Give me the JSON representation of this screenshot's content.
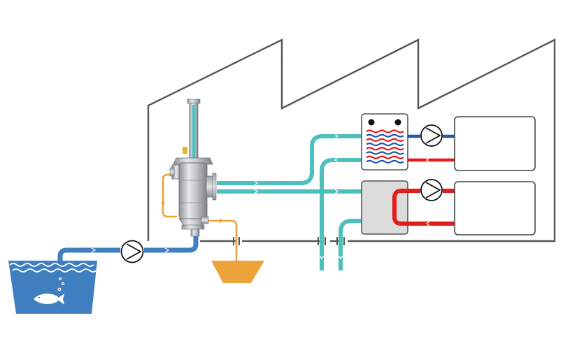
{
  "colors": {
    "factory_outline": "#555555",
    "seawater": "#3f7fc0",
    "filtered_water": "#4dbfbd",
    "hot_circuit": "#e41b1b",
    "cold_circuit": "#1e5aa8",
    "backflush": "#eca33a",
    "steel": "#b9bcc0",
    "exchanger_plain": "#dcdcdc"
  },
  "diagram": {
    "nodes": [
      {
        "id": "water-basin",
        "kind": "reservoir",
        "icon": "fish-icon"
      },
      {
        "id": "intake-pump",
        "kind": "pump",
        "icon": "pump-icon"
      },
      {
        "id": "self-cleaning-filter",
        "kind": "filter"
      },
      {
        "id": "flush-collector",
        "kind": "waste-tank"
      },
      {
        "id": "plate-heat-exchanger",
        "kind": "heat-exchanger",
        "icon": "wavy-plates"
      },
      {
        "id": "shell-heat-exchanger",
        "kind": "heat-exchanger"
      },
      {
        "id": "pump-secondary-top",
        "kind": "pump",
        "icon": "pump-icon"
      },
      {
        "id": "pump-secondary-bottom",
        "kind": "pump",
        "icon": "pump-icon"
      },
      {
        "id": "consumer-top",
        "kind": "consumer"
      },
      {
        "id": "consumer-bottom",
        "kind": "consumer"
      }
    ],
    "edges": [
      {
        "from": "water-basin",
        "to": "intake-pump",
        "medium": "seawater"
      },
      {
        "from": "intake-pump",
        "to": "self-cleaning-filter",
        "medium": "seawater"
      },
      {
        "from": "self-cleaning-filter",
        "to": "flush-collector",
        "medium": "backflush"
      },
      {
        "from": "self-cleaning-filter",
        "to": "plate-heat-exchanger",
        "medium": "filtered_water"
      },
      {
        "from": "self-cleaning-filter",
        "to": "shell-heat-exchanger",
        "medium": "filtered_water"
      },
      {
        "from": "plate-heat-exchanger",
        "to": "outfall",
        "medium": "filtered_water"
      },
      {
        "from": "shell-heat-exchanger",
        "to": "outfall",
        "medium": "filtered_water"
      },
      {
        "from": "pump-secondary-top",
        "to": "plate-heat-exchanger",
        "medium": "cold_circuit"
      },
      {
        "from": "consumer-top",
        "to": "pump-secondary-top",
        "medium": "cold_circuit"
      },
      {
        "from": "plate-heat-exchanger",
        "to": "consumer-top",
        "medium": "hot_circuit"
      },
      {
        "from": "shell-heat-exchanger",
        "to": "pump-secondary-bottom",
        "medium": "hot_circuit"
      },
      {
        "from": "pump-secondary-bottom",
        "to": "consumer-bottom",
        "medium": "hot_circuit"
      },
      {
        "from": "consumer-bottom",
        "to": "shell-heat-exchanger",
        "medium": "hot_circuit"
      }
    ]
  }
}
